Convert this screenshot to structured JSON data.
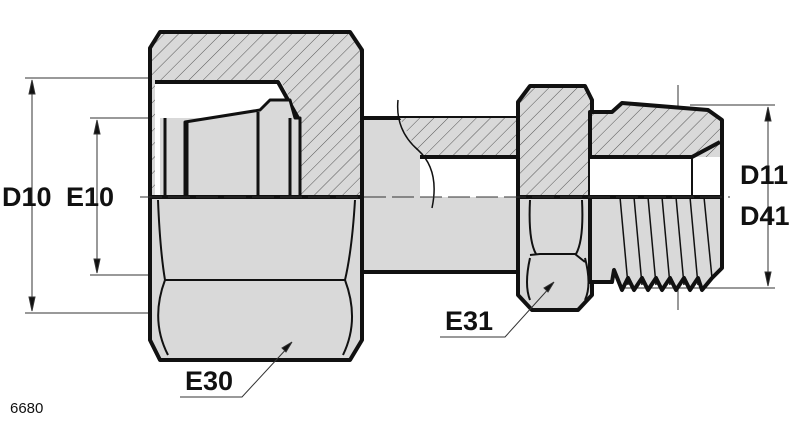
{
  "drawing": {
    "labels": {
      "d10": "D10",
      "e10": "E10",
      "d11": "D11",
      "d41": "D41",
      "e30": "E30",
      "e31": "E31"
    },
    "part_number": "6680",
    "colors": {
      "fill": "#d9d9d9",
      "line": "#111111",
      "hatch": "#555555"
    }
  }
}
